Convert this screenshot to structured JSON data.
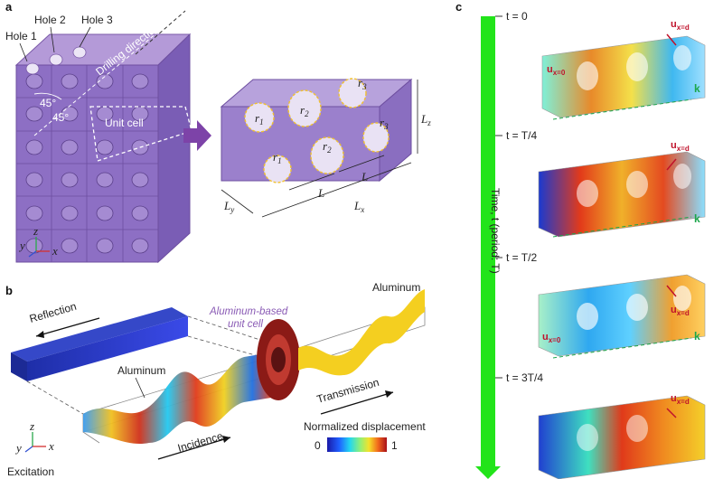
{
  "figure": {
    "panel_a": {
      "letter": "a",
      "hole1": "Hole 1",
      "hole2": "Hole 2",
      "hole3": "Hole 3",
      "drilling": "Drilling direction",
      "angle1": "45°",
      "angle2": "45°",
      "unit_cell": "Unit cell",
      "axis_z": "z",
      "axis_y": "y",
      "axis_x": "x",
      "r1": "r",
      "r1_sub": "1",
      "r2": "r",
      "r2_sub": "2",
      "r3": "r",
      "r3_sub": "3",
      "lz": "L",
      "lz_sub": "z",
      "ly": "L",
      "ly_sub": "y",
      "lx": "L",
      "lx_sub": "x",
      "l": "L"
    },
    "panel_b": {
      "letter": "b",
      "reflection": "Reflection",
      "aluminum_left": "Aluminum",
      "unit_cell_label_1": "Aluminum-based",
      "unit_cell_label_2": "unit cell",
      "aluminum_right": "Aluminum",
      "transmission": "Transmission",
      "incidence": "Incidence",
      "excitation": "Excitation",
      "colorbar_title": "Normalized displacement",
      "colorbar_min": "0",
      "colorbar_max": "1",
      "axis_z": "z",
      "axis_y": "y",
      "axis_x": "x"
    },
    "panel_c": {
      "letter": "c",
      "time_axis": "Time, t (period: T)",
      "t0": "t = 0",
      "t1": "t = T/4",
      "t2": "t = T/2",
      "t3": "t = 3T/4",
      "u_d": "u",
      "u_d_sub": "x=d",
      "u_0": "u",
      "u_0_sub": "x=0",
      "k": "k"
    },
    "colors": {
      "purple": "#8d6fc4",
      "time_bar": "#22e41a",
      "red": "#c0122b",
      "green": "#1aa64a"
    }
  }
}
